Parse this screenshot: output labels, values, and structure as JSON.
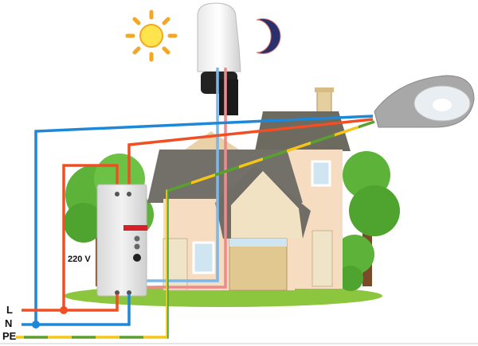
{
  "labels": {
    "voltage": "220 V",
    "line": "L",
    "neutral": "N",
    "protective_earth": "PE"
  },
  "colors": {
    "line_wire": "#f04e23",
    "neutral_wire": "#1e88d8",
    "earth_yellow": "#f5c518",
    "earth_green": "#5aa02c",
    "sensor_blue": "#7ab8ee",
    "sensor_pink": "#f08a8a"
  }
}
